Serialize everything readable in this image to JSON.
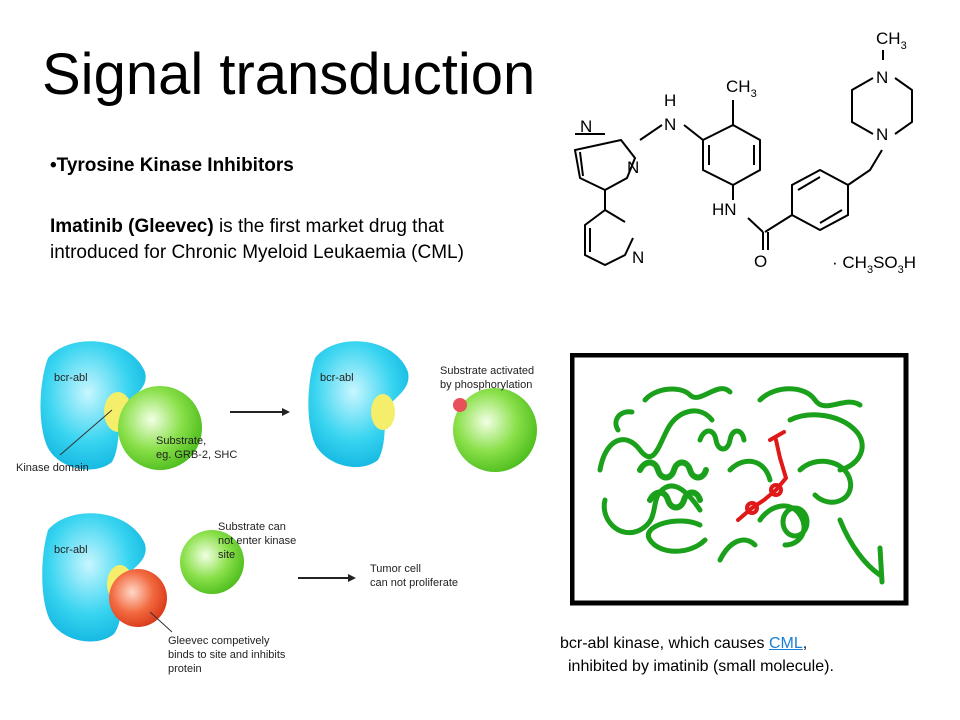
{
  "slide": {
    "title": "Signal transduction",
    "bullet": "•Tyrosine Kinase Inhibitors",
    "drug_name": "Imatinib (Gleevec)",
    "drug_text": " is the first market drug that introduced for Chronic Myeloid Leukaemia (CML)"
  },
  "structure": {
    "atoms": {
      "n1": "N",
      "n2": "N",
      "n3": "N",
      "nh_h": "H",
      "nh_n": "N",
      "ch3_top": "CH",
      "ch3_top_sub": "3",
      "ch3_ring": "CH",
      "ch3_ring_sub": "3",
      "pip_n1": "N",
      "pip_n2": "N",
      "hn": "HN",
      "o": "O",
      "salt_ch": "· CH",
      "salt_s1": "3",
      "salt_so": "SO",
      "salt_s2": "3",
      "salt_h": "H"
    }
  },
  "diagram": {
    "bcr_abl_1": "bcr-abl",
    "bcr_abl_2": "bcr-abl",
    "bcr_abl_3": "bcr-abl",
    "substrate_l1": "Substrate,",
    "substrate_l2": "eg. GRB-2, SHC",
    "kinase_domain": "Kinase domain",
    "activated_l1": "Substrate activated",
    "activated_l2": "by phosphorylation",
    "cannot_l1": "Substrate can",
    "cannot_l2": "not enter kinase",
    "cannot_l3": "site",
    "tumor_l1": "Tumor cell",
    "tumor_l2": "can not proliferate",
    "gleevec_l1": "Gleevec competively",
    "gleevec_l2": "binds to site and inhibits",
    "gleevec_l3": "protein"
  },
  "caption": {
    "line1_pre": "bcr-abl kinase, which causes ",
    "line1_link": "CML",
    "line1_post": ",",
    "line2": "inhibited by imatinib (small molecule)."
  },
  "colors": {
    "kinase": "#38d4f0",
    "substrate": "#66d62a",
    "gleevec": "#e8452a",
    "site": "#f5ee6a",
    "protein": "#1aa01a",
    "ligand": "#e01818",
    "link": "#1a7fd6"
  }
}
